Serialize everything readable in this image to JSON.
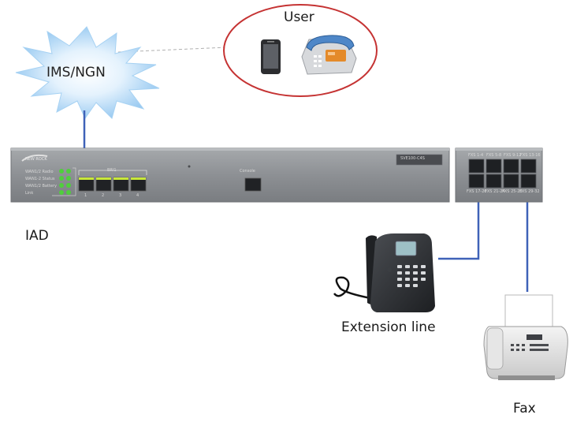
{
  "labels": {
    "cloud": "IMS/NGN",
    "user": "User",
    "iad": "IAD",
    "extension": "Extension  line",
    "fax": "Fax"
  },
  "iad_panel": {
    "brand": "NEW ROCK",
    "model": "SVE100-C4S",
    "console": "Console",
    "group_label": "BRI1",
    "port_numbers": [
      "1",
      "2",
      "3",
      "4"
    ],
    "led_labels": [
      "WAN1/2 Radio",
      "WAN1-2 Status",
      "WAN1/2 Battery",
      "Link"
    ]
  },
  "fxs_panel": {
    "top_labels": [
      "FXS 1-4",
      "FXS 5-8",
      "FXS 9-12",
      "FXS 13-16"
    ],
    "bottom_labels": [
      "FXS 17-20",
      "FXS 21-24",
      "FXS 25-28",
      "FXS 29-32"
    ]
  },
  "colors": {
    "cable": "#3f62b8",
    "device_body": "#8f9295",
    "user_ellipse": "#c53333",
    "cloud_fill": "#b9dcf7",
    "led_green": "#4fcf3c",
    "port_accent": "#c9e83a"
  }
}
